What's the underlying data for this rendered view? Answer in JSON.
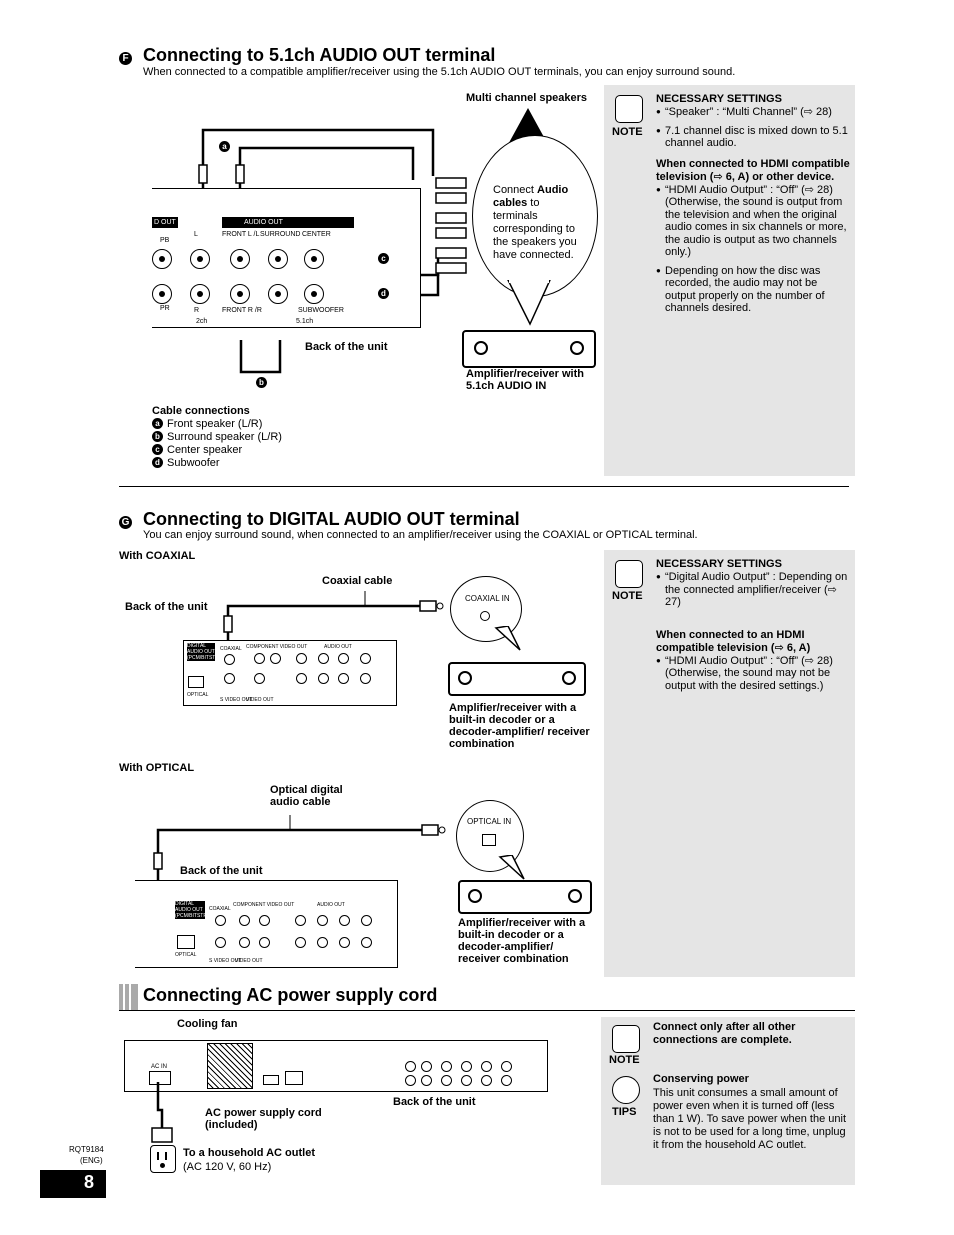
{
  "section_f": {
    "badge": "F",
    "title": "Connecting to 5.1ch AUDIO OUT terminal",
    "intro": "When connected to a compatible amplifier/receiver using the 5.1ch AUDIO OUT terminals, you can enjoy surround sound.",
    "multi_channel_speakers": "Multi channel speakers",
    "bubble_text_pre": "Connect ",
    "bubble_text_bold": "Audio cables",
    "bubble_text_post": " to terminals corresponding to the speakers you have connected.",
    "back_of_unit": "Back of the unit",
    "amp_label": "Amplifier/receiver with 5.1ch AUDIO IN",
    "cable_connections_title": "Cable connections",
    "cables": [
      {
        "badge": "a",
        "text": "Front speaker (L/R)"
      },
      {
        "badge": "b",
        "text": "Surround speaker (L/R)"
      },
      {
        "badge": "c",
        "text": "Center speaker"
      },
      {
        "badge": "d",
        "text": "Subwoofer"
      }
    ],
    "panel": {
      "audio_out": "AUDIO OUT",
      "d_out": "D OUT",
      "front_l": "FRONT L /L",
      "surround": "SURROUND",
      "center": "CENTER",
      "l": "L",
      "r": "R",
      "pb": "PB",
      "pr": "PR",
      "front_r": "FRONT R /R",
      "subwoofer": "SUBWOOFER",
      "two_ch": "2ch",
      "five_one": "5.1ch"
    },
    "note": {
      "icon_label": "NOTE",
      "heading1": "NECESSARY SETTINGS",
      "bullets1": [
        "“Speaker” : “Multi Channel” (⇨ 28)",
        "7.1 channel disc is mixed down to 5.1 channel audio."
      ],
      "heading2": "When connected to HDMI compatible television (⇨ 6, A) or other device.",
      "bullets2": [
        "“HDMI Audio Output” : “Off” (⇨ 28) (Otherwise, the sound is output from the television and when the original audio comes in six channels or more, the audio is output as two channels only.)",
        "Depending on how the disc was recorded, the audio may not be output properly on the number of channels desired."
      ]
    }
  },
  "section_g": {
    "badge": "G",
    "title": "Connecting to DIGITAL AUDIO OUT terminal",
    "intro": "You can enjoy surround sound, when connected to an amplifier/receiver using the COAXIAL or OPTICAL terminal.",
    "with_coaxial": "With COAXIAL",
    "coaxial_cable": "Coaxial cable",
    "back_of_unit": "Back of the unit",
    "coaxial_in": "COAXIAL IN",
    "amp_label": "Amplifier/receiver with a built-in decoder or a decoder-amplifier/ receiver combination",
    "with_optical": "With OPTICAL",
    "optical_cable": "Optical digital audio cable",
    "back_of_unit2": "Back of the unit",
    "optical_in": "OPTICAL IN",
    "amp_label2": "Amplifier/receiver with a built-in decoder or a decoder-amplifier/ receiver combination",
    "panel": {
      "digital_audio_out": "DIGITAL AUDIO OUT (PCM/BITSTREAM)",
      "coaxial": "COAXIAL",
      "optical": "OPTICAL",
      "component_video_out": "COMPONENT VIDEO OUT",
      "audio_out": "AUDIO OUT",
      "s_video_out": "S VIDEO OUT",
      "video_out": "VIDEO OUT"
    },
    "note": {
      "icon_label": "NOTE",
      "heading1": "NECESSARY SETTINGS",
      "bullets1": [
        "“Digital Audio Output” : Depending on the connected amplifier/receiver (⇨ 27)"
      ],
      "heading2": "When connected to an HDMI compatible television (⇨ 6, A)",
      "bullets2": [
        "“HDMI Audio Output” : “Off” (⇨ 28) (Otherwise, the sound may not be output with the desired settings.)"
      ]
    }
  },
  "section_ac": {
    "title": "Connecting AC power supply cord",
    "cooling_fan": "Cooling fan",
    "back_of_unit": "Back of the unit",
    "ac_cord": "AC power supply cord (included)",
    "outlet_bold": "To a household AC outlet",
    "outlet_spec": "(AC 120 V, 60 Hz)",
    "ac_in": "AC IN",
    "note": {
      "icon_label": "NOTE",
      "text": "Connect only after all other connections are complete."
    },
    "tips": {
      "icon_label": "TIPS",
      "heading": "Conserving power",
      "text": "This unit consumes a small amount of power even when it is turned off (less than 1 W). To save power when the unit is not to be used for a long time, unplug it from the household AC outlet."
    }
  },
  "footer": {
    "model": "RQT9184",
    "lang": "(ENG)",
    "page_number": "8"
  }
}
